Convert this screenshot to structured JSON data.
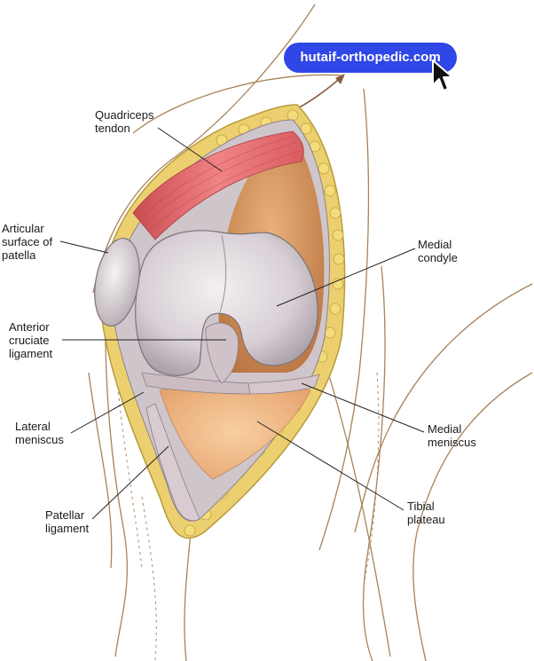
{
  "watermark": {
    "text": "hutaif-orthopedic.com",
    "color": "#2f47e6"
  },
  "cursor_icon": "arrow-cursor-icon",
  "labels": {
    "quadriceps_tendon": [
      "Quadriceps",
      "tendon"
    ],
    "articular_surface_patella": [
      "Articular",
      "surface of",
      "patella"
    ],
    "anterior_cruciate_ligament": [
      "Anterior",
      "cruciate",
      "ligament"
    ],
    "lateral_meniscus": [
      "Lateral",
      "meniscus"
    ],
    "patellar_ligament": [
      "Patellar",
      "ligament"
    ],
    "medial_condyle": [
      "Medial",
      "condyle"
    ],
    "medial_meniscus": [
      "Medial",
      "meniscus"
    ],
    "tibial_plateau": [
      "Tibial",
      "plateau"
    ]
  },
  "colors": {
    "fat": "#e9cf63",
    "muscle": "#e3696a",
    "cartilage": "#d9d2d6",
    "bone": "#d89a66",
    "plateau": "#f1bd8c",
    "leader": "#222222"
  }
}
